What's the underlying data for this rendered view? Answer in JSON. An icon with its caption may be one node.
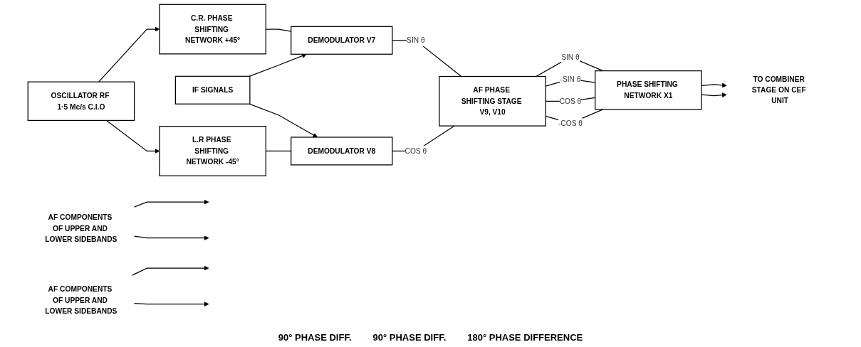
{
  "diagram": {
    "nodes": [
      {
        "text": [
          "OSCILLATOR RF 1·5 Mc/s C.I.O"
        ]
      },
      {
        "text": [
          "C.R. PHASE SHIFTING NETWORK +45°"
        ]
      },
      {
        "text": [
          "L.R PHASE SHIFTING NETWORK -45°"
        ]
      },
      {
        "text": [
          "DEMODULATOR V7"
        ]
      },
      {
        "text": [
          "DEMODULATOR V8"
        ]
      },
      {
        "text": [
          "IF SIGNALS"
        ]
      },
      {
        "text": [
          "AF PHASE SHIFTING STAGE V9, V10"
        ]
      },
      {
        "text": [
          "PHASE SHIFTING NETWORK X1"
        ]
      },
      {
        "text": [
          "TO COMBINER STAGE ON CEF UNIT"
        ]
      },
      {
        "text": [
          "AF COMPONENTS OF UPPER AND LOWER SIDEBANDS"
        ]
      },
      {
        "text": [
          "AF COMPONENTS OF UPPER AND LOWER SIDEBANDS"
        ]
      }
    ],
    "edges": [
      {
        "from": 0,
        "to": 1,
        "arrow": "to"
      },
      {
        "from": 0,
        "to": 2,
        "arrow": "to"
      },
      {
        "from": 1,
        "to": 3,
        "arrow": "none"
      },
      {
        "from": 2,
        "to": 4,
        "arrow": "none"
      },
      {
        "from": 5,
        "to": 3,
        "arrow": "to"
      },
      {
        "from": 5,
        "to": 4,
        "arrow": "to"
      },
      {
        "from": 3,
        "to": 6,
        "arrow": "none",
        "label": "SIN θ"
      },
      {
        "from": 4,
        "to": 6,
        "arrow": "none",
        "label": "COS θ"
      },
      {
        "from": 6,
        "to": 7,
        "arrow": "none",
        "label": "SIN θ"
      },
      {
        "from": 6,
        "to": 7,
        "arrow": "none",
        "label": "-SIN θ"
      },
      {
        "from": 6,
        "to": 7,
        "arrow": "none",
        "label": "COS θ"
      },
      {
        "from": 6,
        "to": 7,
        "arrow": "none",
        "label": "-COS θ"
      },
      {
        "from": 7,
        "to": 8,
        "arrow": "to"
      },
      {
        "from": 7,
        "to": 8,
        "arrow": "to"
      },
      {
        "from": 9,
        "to": null,
        "arrow": "to"
      },
      {
        "from": 9,
        "to": null,
        "arrow": "to"
      },
      {
        "from": 10,
        "to": null,
        "arrow": "to"
      },
      {
        "from": 10,
        "to": null,
        "arrow": "to"
      }
    ],
    "labels": [
      "90° PHASE DIFF.",
      "90° PHASE DIFF.",
      "180° PHASE DIFFERENCE"
    ]
  }
}
